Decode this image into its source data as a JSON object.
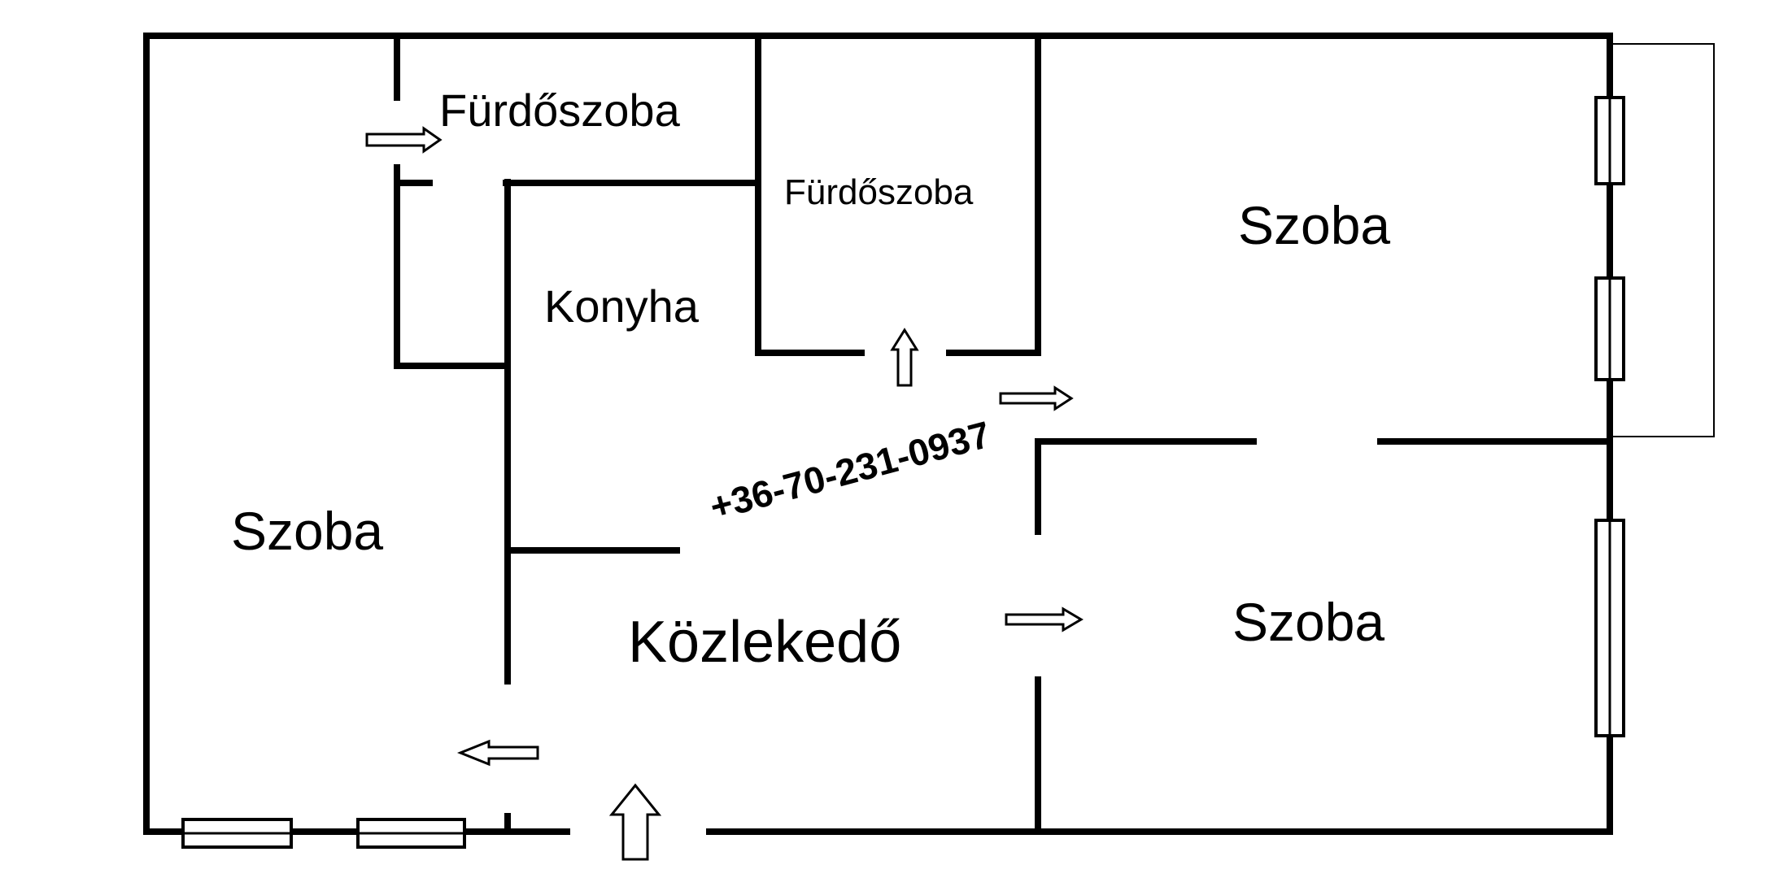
{
  "rooms": {
    "bathroom_top": "Fürdőszoba",
    "bathroom_second": "Fürdőszoba",
    "kitchen": "Konyha",
    "room_left": "Szoba",
    "room_top_right": "Szoba",
    "room_bottom_right": "Szoba",
    "hallway": "Közlekedő"
  },
  "watermark": {
    "phone": "+36-70-231-0937",
    "color": "#c8c8c8"
  },
  "colors": {
    "walls": "#000000",
    "background": "#ffffff"
  }
}
